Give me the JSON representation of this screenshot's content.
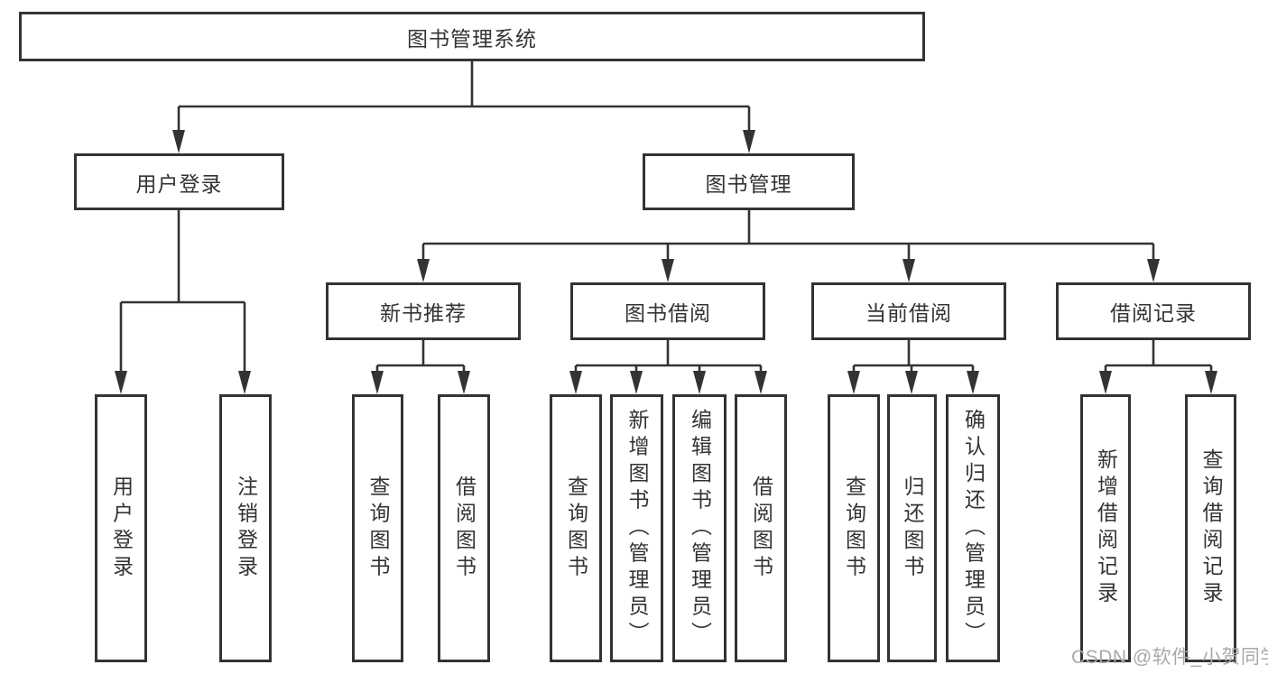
{
  "nodes": {
    "root": {
      "label": "图书管理系统"
    },
    "level2": [
      {
        "label": "用户登录"
      },
      {
        "label": "图书管理"
      }
    ],
    "level3": [
      {
        "label": "新书推荐"
      },
      {
        "label": "图书借阅"
      },
      {
        "label": "当前借阅"
      },
      {
        "label": "借阅记录"
      }
    ],
    "leaves": [
      {
        "label": "用户登录"
      },
      {
        "label": "注销登录"
      },
      {
        "label": "查询图书"
      },
      {
        "label": "借阅图书"
      },
      {
        "label": "查询图书"
      },
      {
        "label": "新增图书（管理员）"
      },
      {
        "label": "编辑图书（管理员）"
      },
      {
        "label": "借阅图书"
      },
      {
        "label": "查询图书"
      },
      {
        "label": "归还图书"
      },
      {
        "label": "确认归还（管理员）"
      },
      {
        "label": "新增借阅记录"
      },
      {
        "label": "查询借阅记录"
      }
    ]
  },
  "watermark": "CSDN @软件_小贺同学",
  "colors": {
    "line": "#333333",
    "text": "#333333",
    "background": "#ffffff",
    "watermark": "#a9a9ab"
  }
}
